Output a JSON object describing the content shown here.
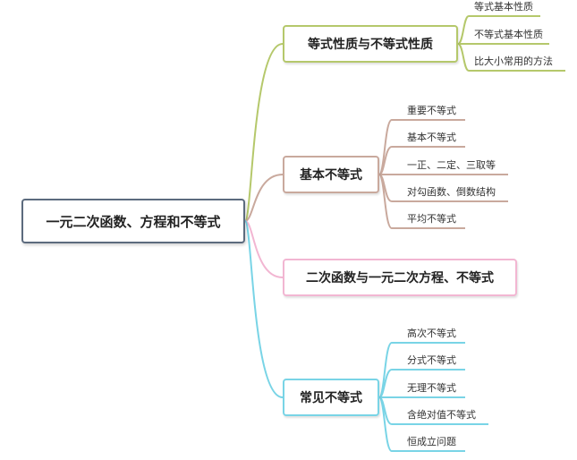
{
  "root": {
    "label": "一元二次函数、方程和不等式"
  },
  "branches": [
    {
      "label": "等式性质与不等式性质",
      "color": "#b5c86b",
      "leaves": [
        "等式基本性质",
        "不等式基本性质",
        "比大小常用的方法"
      ]
    },
    {
      "label": "基本不等式",
      "color": "#c9a99d",
      "leaves": [
        "重要不等式",
        "基本不等式",
        "一正、二定、三取等",
        "对勾函数、倒数结构",
        "平均不等式"
      ]
    },
    {
      "label": "二次函数与一元二次方程、不等式",
      "color": "#f2b6d2",
      "leaves": []
    },
    {
      "label": "常见不等式",
      "color": "#79d4e6",
      "leaves": [
        "高次不等式",
        "分式不等式",
        "无理不等式",
        "含绝对值不等式",
        "恒成立问题"
      ]
    }
  ]
}
